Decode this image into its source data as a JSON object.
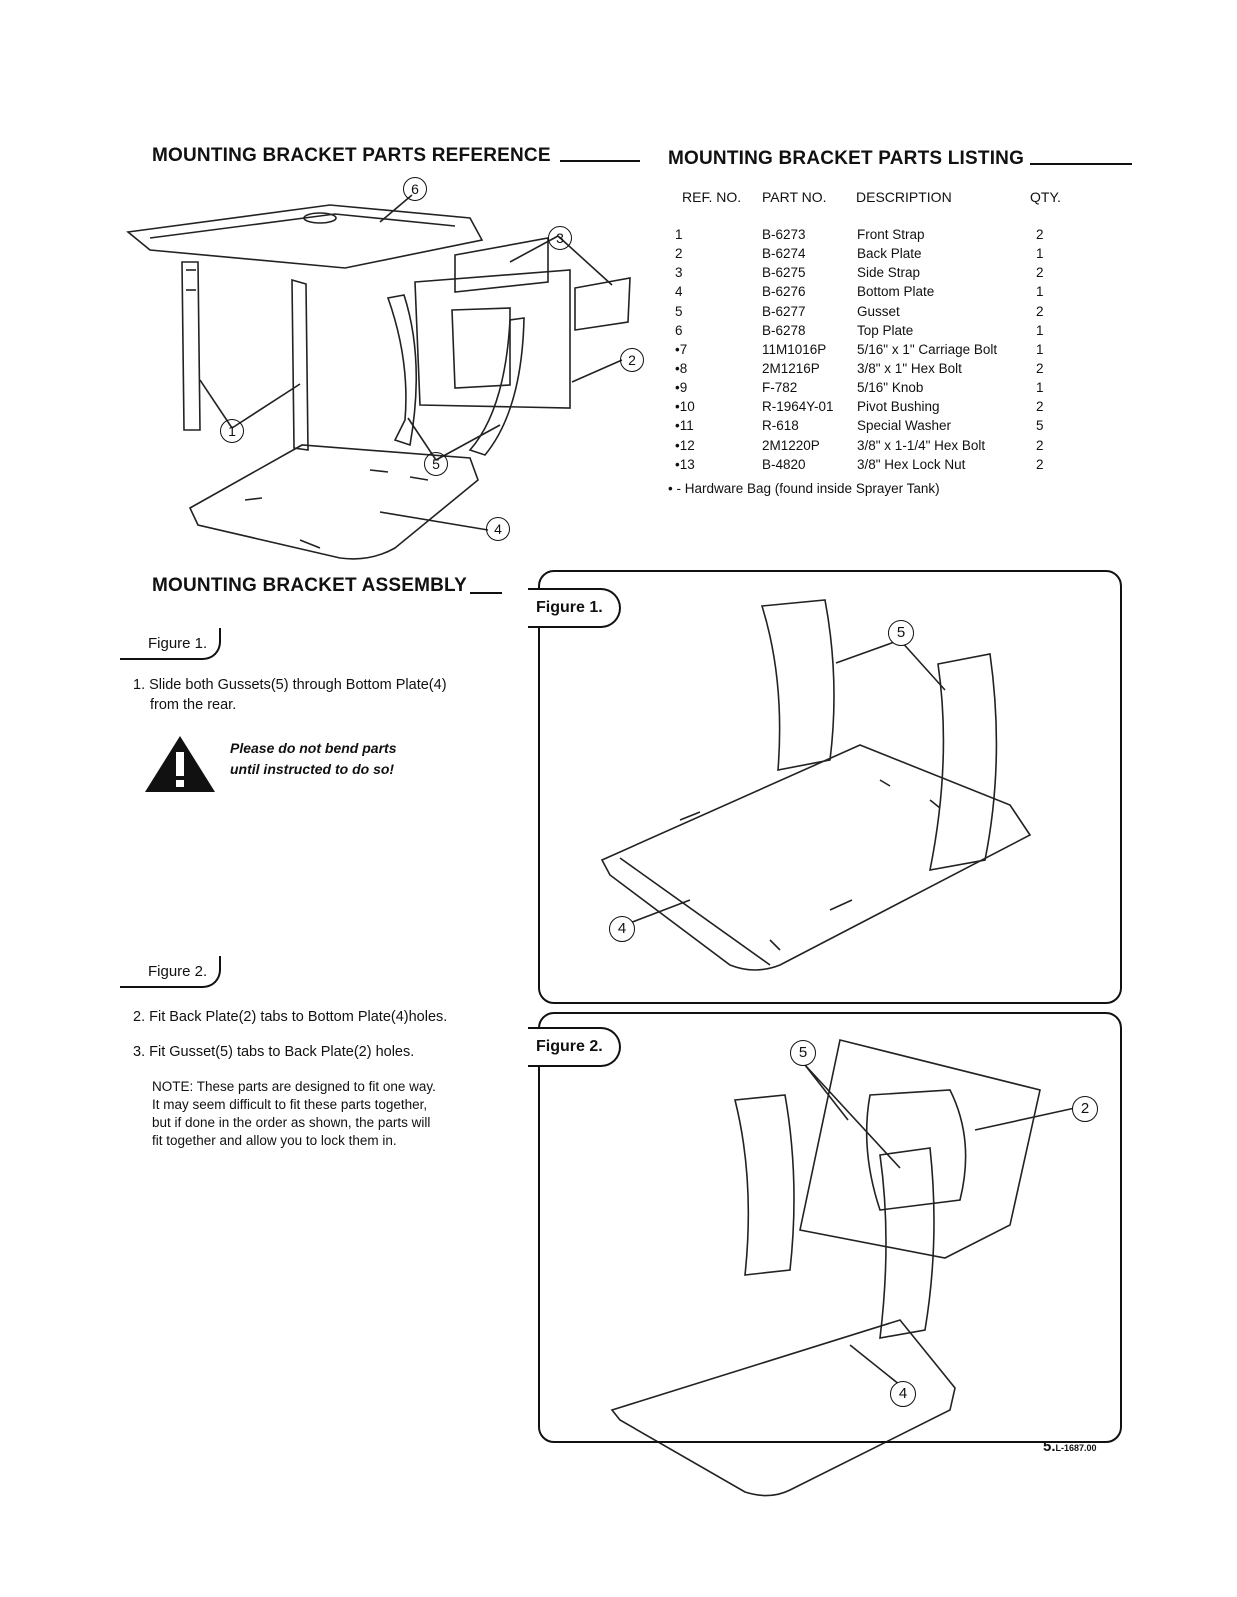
{
  "reference": {
    "title": "MOUNTING BRACKET PARTS REFERENCE"
  },
  "listing": {
    "title": "MOUNTING BRACKET PARTS LISTING",
    "headers": {
      "ref": "REF. NO.",
      "part": "PART NO.",
      "desc": "DESCRIPTION",
      "qty": "QTY."
    },
    "rows": [
      {
        "ref": "1",
        "part": "B-6273",
        "desc": "Front Strap",
        "qty": "2"
      },
      {
        "ref": "2",
        "part": "B-6274",
        "desc": "Back Plate",
        "qty": "1"
      },
      {
        "ref": "3",
        "part": "B-6275",
        "desc": "Side Strap",
        "qty": "2"
      },
      {
        "ref": "4",
        "part": "B-6276",
        "desc": "Bottom Plate",
        "qty": "1"
      },
      {
        "ref": "5",
        "part": "B-6277",
        "desc": "Gusset",
        "qty": "2"
      },
      {
        "ref": "6",
        "part": "B-6278",
        "desc": "Top Plate",
        "qty": "1"
      },
      {
        "ref": "•7",
        "part": "11M1016P",
        "desc": "5/16\" x 1\" Carriage Bolt",
        "qty": "1"
      },
      {
        "ref": "•8",
        "part": "2M1216P",
        "desc": "3/8\" x 1\" Hex Bolt",
        "qty": "2"
      },
      {
        "ref": "•9",
        "part": "F-782",
        "desc": "5/16\" Knob",
        "qty": "1"
      },
      {
        "ref": "•10",
        "part": "R-1964Y-01",
        "desc": "Pivot Bushing",
        "qty": "2"
      },
      {
        "ref": "•11",
        "part": "R-618",
        "desc": "Special Washer",
        "qty": "5"
      },
      {
        "ref": "•12",
        "part": "2M1220P",
        "desc": "3/8\" x 1-1/4\" Hex Bolt",
        "qty": "2"
      },
      {
        "ref": "•13",
        "part": "B-4820",
        "desc": "3/8\" Hex Lock Nut",
        "qty": "2"
      }
    ],
    "footnote": "• - Hardware Bag (found inside Sprayer Tank)"
  },
  "assembly": {
    "title": "MOUNTING BRACKET ASSEMBLY",
    "figure1": {
      "tag": "Figure 1.",
      "step1": "1. Slide both Gussets(5) through Bottom Plate(4)",
      "step1b": "from the rear.",
      "warning1": "Please do not bend parts",
      "warning2": "until instructed to do so!"
    },
    "figure2": {
      "tag": "Figure 2.",
      "step2": "2. Fit Back Plate(2) tabs to Bottom Plate(4)holes.",
      "step3": "3. Fit Gusset(5) tabs to Back Plate(2) holes.",
      "note": [
        "NOTE:  These parts are designed to fit one way.",
        "It may seem difficult to fit these parts together,",
        "but if done in the order as shown, the parts will",
        "fit together and allow you to lock them in."
      ]
    }
  },
  "callouts": {
    "c1": "1",
    "c2": "2",
    "c3": "3",
    "c4": "4",
    "c5": "5",
    "c6": "6"
  },
  "footer": {
    "page": "5.",
    "code": "L-1687.00"
  }
}
